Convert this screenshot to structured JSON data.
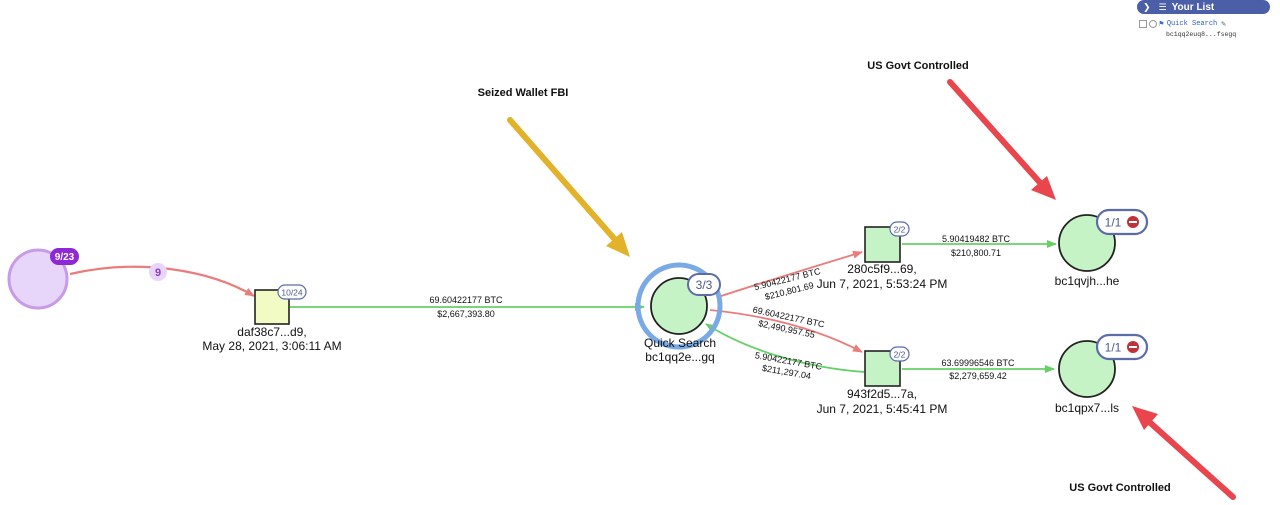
{
  "your_list": {
    "title": "Your List",
    "item_label": "Quick Search",
    "item_address": "bc1qq2euq8...fsegq"
  },
  "annotations": {
    "seized": "Seized Wallet FBI",
    "govt_top": "US Govt Controlled",
    "govt_bottom": "US Govt Controlled"
  },
  "nodes": {
    "source": {
      "badge": "9/23"
    },
    "edge_count": "9",
    "tx1": {
      "badge": "10/24",
      "line1": "daf38c7...d9,",
      "line2": "May 28, 2021, 3:06:11 AM"
    },
    "quick": {
      "badge": "3/3",
      "line1": "Quick Search",
      "line2": "bc1qq2e...gq"
    },
    "tx2": {
      "badge": "2/2",
      "line1": "280c5f9...69,",
      "line2": "Jun 7, 2021, 5:53:24 PM"
    },
    "tx3": {
      "badge": "2/2",
      "line1": "943f2d5...7a,",
      "line2": "Jun 7, 2021, 5:45:41 PM"
    },
    "dest1": {
      "badge": "1/1",
      "label": "bc1qvjh...he"
    },
    "dest2": {
      "badge": "1/1",
      "label": "bc1qpx7...ls"
    }
  },
  "edges": {
    "e1": {
      "btc": "69.60422177 BTC",
      "usd": "$2,667,393.80"
    },
    "e2": {
      "btc": "5.90422177 BTC",
      "usd": "$210,801.69"
    },
    "e3": {
      "btc": "69.60422177 BTC",
      "usd": "$2,490,957.55"
    },
    "e4": {
      "btc": "5.90422177 BTC",
      "usd": "$211,297.04"
    },
    "e5": {
      "btc": "5.90419482 BTC",
      "usd": "$210,800.71"
    },
    "e6": {
      "btc": "63.69996546 BTC",
      "usd": "$2,279,659.42"
    }
  },
  "colors": {
    "green_edge": "#66d066",
    "red_edge": "#ec7c7c",
    "node_green": "#c6f3c6",
    "node_yellow": "#f3fbc4",
    "purple": "#e8d5fa",
    "arrow_red": "#e8454c",
    "arrow_gold": "#e2b22a",
    "badge_border": "#5b6ca8"
  }
}
